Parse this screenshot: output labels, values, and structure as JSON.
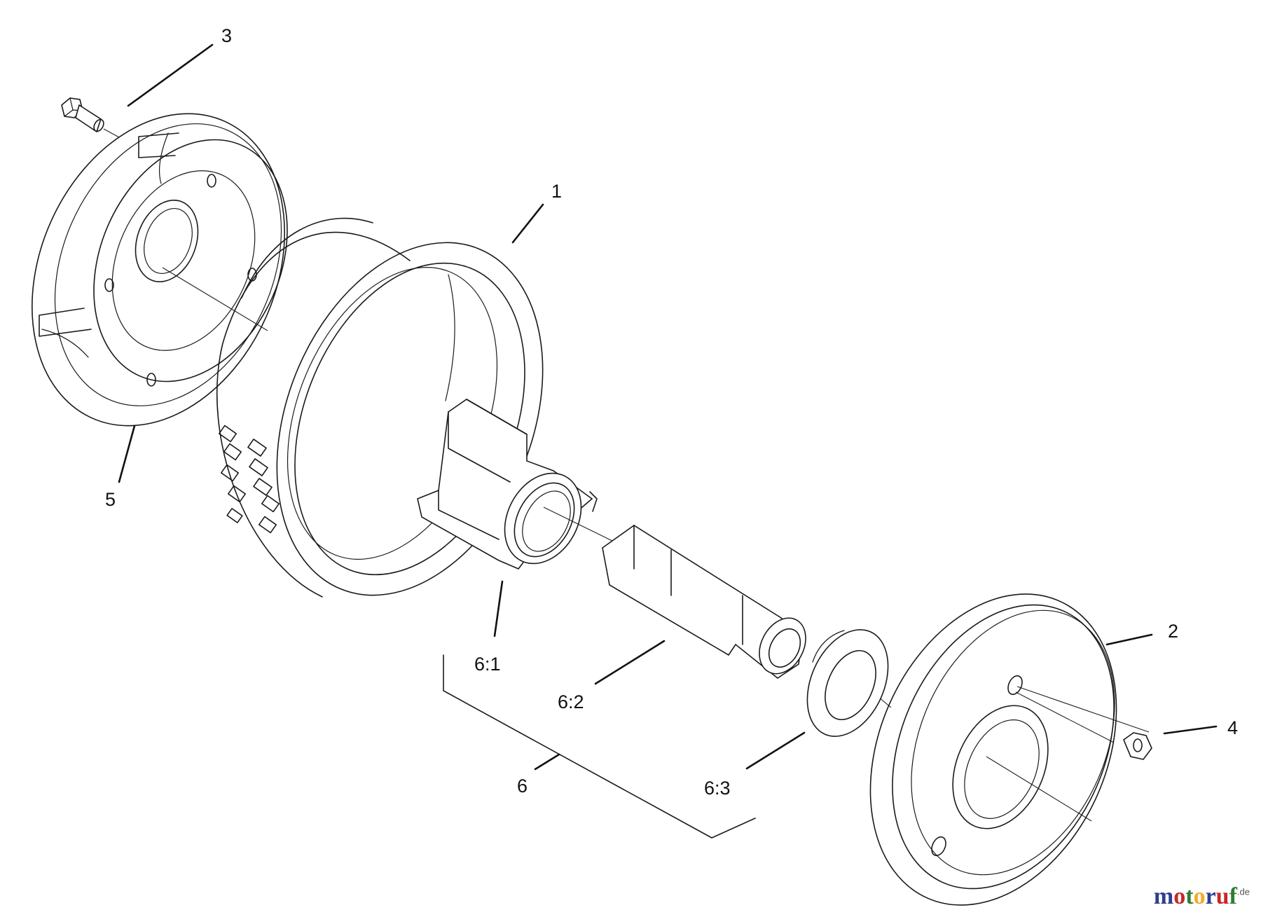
{
  "callouts": {
    "c1": "1",
    "c2": "2",
    "c3": "3",
    "c4": "4",
    "c5": "5",
    "c6": "6",
    "c61": "6:1",
    "c62": "6:2",
    "c63": "6:3"
  },
  "watermark": {
    "letters": [
      "m",
      "o",
      "t",
      "o",
      "r",
      "u",
      "f"
    ],
    "suffix": ".de",
    "colors": [
      "#2e3f8f",
      "#c62828",
      "#2e7d32",
      "#f9a825",
      "#2e3f8f",
      "#c62828",
      "#2e7d32"
    ]
  }
}
